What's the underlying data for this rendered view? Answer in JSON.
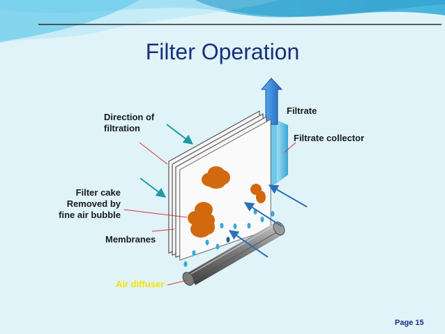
{
  "title": "Filter Operation",
  "labels": {
    "filtrate": "Filtrate",
    "filtrate_collector": "Filtrate collector",
    "direction_line1": "Direction of",
    "direction_line2": "filtration",
    "cake_line1": "Filter cake",
    "cake_line2": "Removed by",
    "cake_line3": "fine air bubble",
    "membranes": "Membranes",
    "air_diffuser": "Air diffuser"
  },
  "page_number": "Page 15",
  "colors": {
    "background": "#dff3f9",
    "title": "#1b2f7a",
    "filtrate_arrow": "#2a7fd0",
    "cake": "#d2690e",
    "collector": "#5fbde0",
    "bubble": "#3aa9d8",
    "inflow_arrow": "#2a6fb8",
    "direction_arrow": "#1c9aa0",
    "leader_line": "#e03030",
    "air_diffuser_label": "#f5e400"
  }
}
